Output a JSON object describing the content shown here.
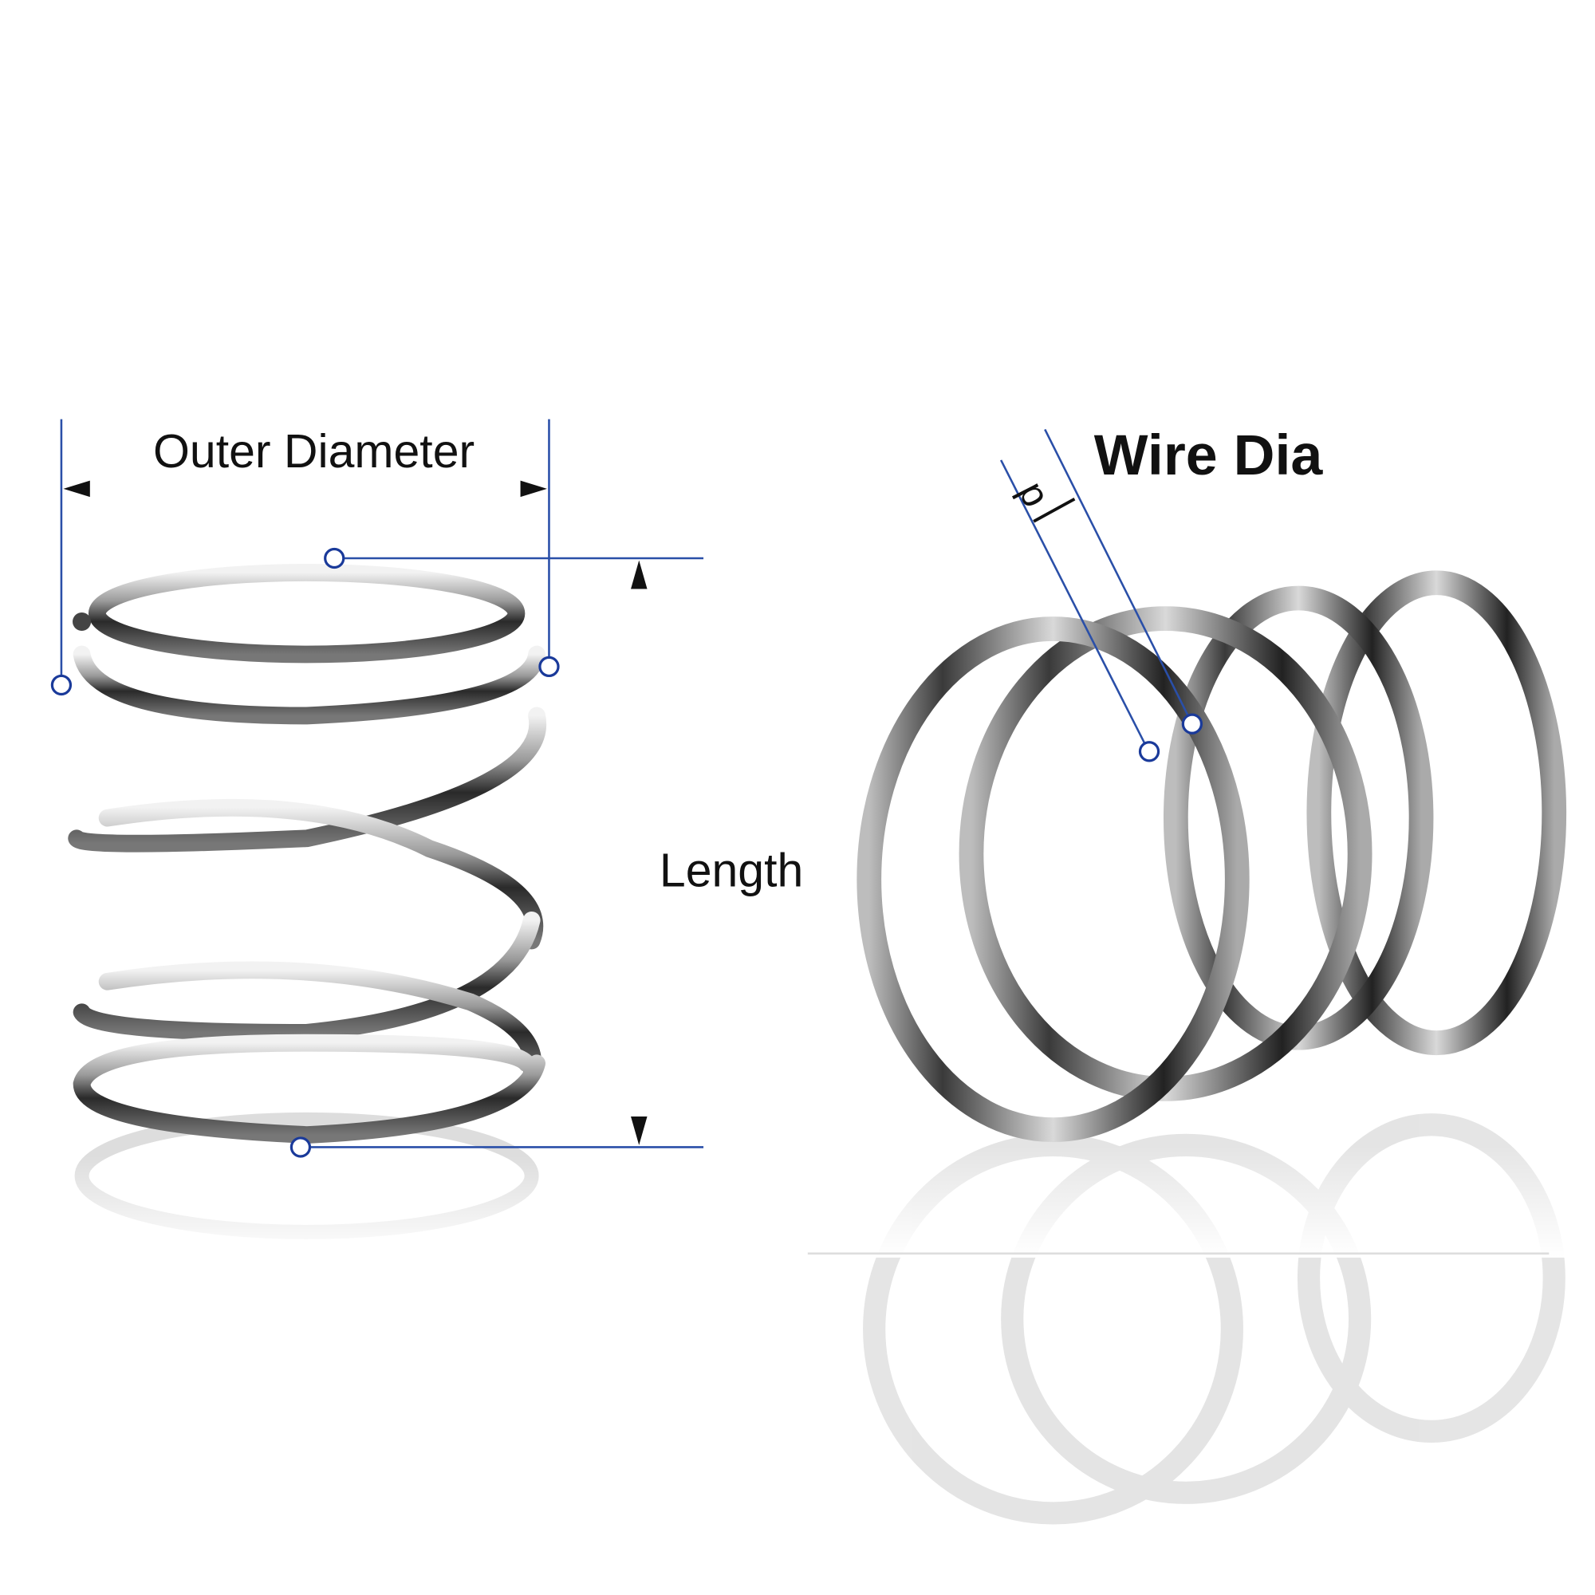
{
  "labels": {
    "outer_diameter": "Outer Diameter",
    "length": "Length",
    "wire_dia": "Wire Dia",
    "wire_symbol": "d"
  },
  "colors": {
    "dimension_line": "#2a4fa8",
    "arrow": "#111111",
    "arrow_highlight": "#3fb6d8",
    "marker": "#1a3a9a",
    "steel_dark": "#2b2b2b",
    "steel_light": "#e6e6e6"
  },
  "icons": {
    "left_spring": "compression-spring-side-view",
    "right_spring": "compression-spring-angled-view"
  }
}
